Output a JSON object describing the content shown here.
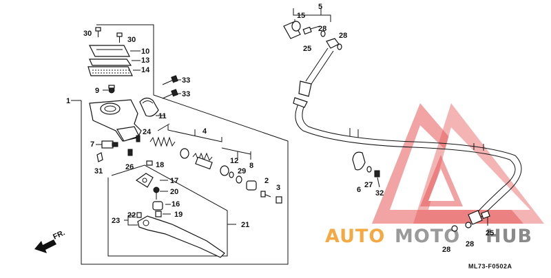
{
  "labels": {
    "p1": "1",
    "p2": "2",
    "p3": "3",
    "p4": "4",
    "p5": "5",
    "p6": "6",
    "p7": "7",
    "p8": "8",
    "p9": "9",
    "p10": "10",
    "p11": "11",
    "p12": "12",
    "p13": "13",
    "p14": "14",
    "p15": "15",
    "p16": "16",
    "p17": "17",
    "p18": "18",
    "p19": "19",
    "p20": "20",
    "p21": "21",
    "p22": "22",
    "p23": "23",
    "p24": "24",
    "p25a": "25",
    "p25b": "25",
    "p26": "26",
    "p27": "27",
    "p28a": "28",
    "p28b": "28",
    "p28c": "28",
    "p28d": "28",
    "p29": "29",
    "p30a": "30",
    "p30b": "30",
    "p31": "31",
    "p32": "32",
    "p33a": "33",
    "p33b": "33"
  },
  "front_arrow": "FR.",
  "drawing_code": "ML73-F0502A",
  "watermark": {
    "part1": "AUTO",
    "part2": "MOTO",
    "part3": "HUB",
    "colors": {
      "orange": "#f4a942",
      "gray": "#9a9a9a",
      "red": "#e23b3b"
    }
  }
}
